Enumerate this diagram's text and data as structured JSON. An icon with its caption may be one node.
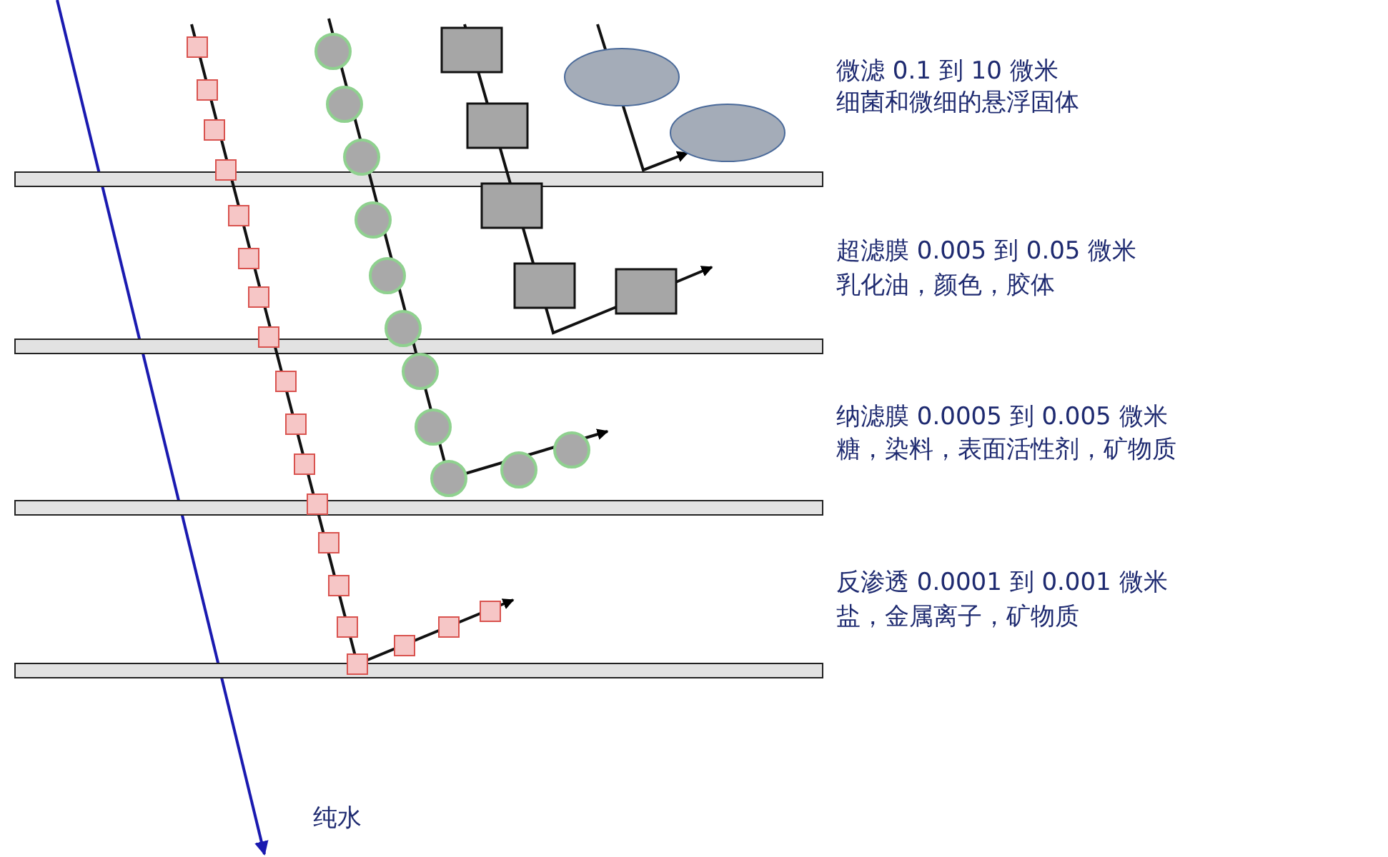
{
  "diagram": {
    "nodes": [
      {
        "text": [],
        "shape": "bar"
      },
      {
        "text": [],
        "shape": "bar"
      },
      {
        "text": [],
        "shape": "bar"
      },
      {
        "text": [],
        "shape": "bar"
      }
    ],
    "labels": [
      "微滤 0.1 到 10 微米",
      "细菌和微细的悬浮固体",
      "超滤膜 0.005 到 0.05 微米",
      "乳化油，颜色，胶体",
      "纳滤膜 0.0005 到 0.005 微米",
      "糖，染料，表面活性剂，矿物质",
      "反渗透 0.0001 到 0.001 微米",
      "盐，金属离子，矿物质",
      "纯水"
    ]
  }
}
